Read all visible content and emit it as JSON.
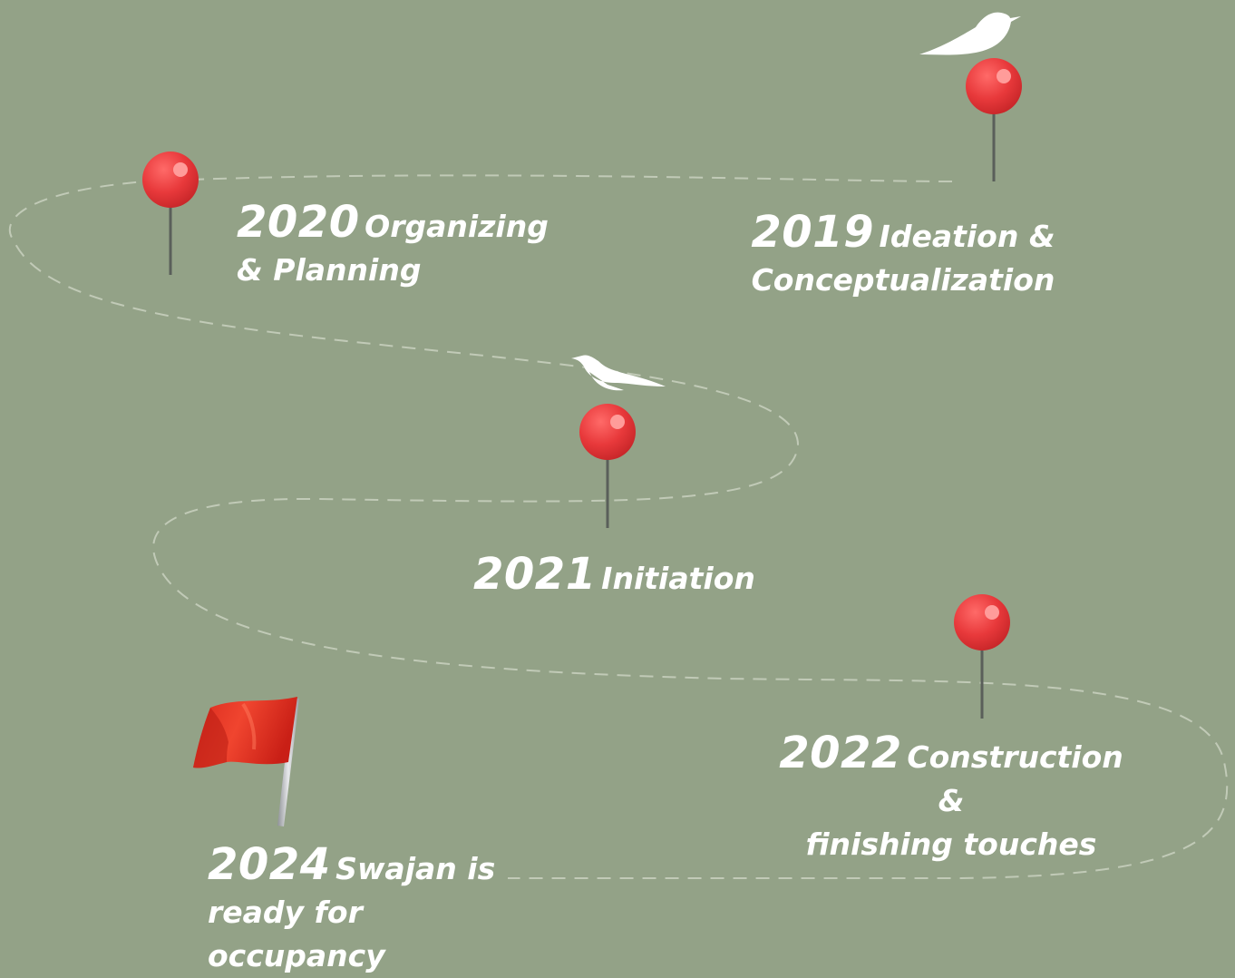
{
  "milestones": [
    {
      "id": "2019",
      "year": "2019",
      "desc_line1": "Ideation  &",
      "desc_line2": "Conceptualization"
    },
    {
      "id": "2020",
      "year": "2020",
      "desc_line1": "Organizing",
      "desc_line2": "& Planning"
    },
    {
      "id": "2021",
      "year": "2021",
      "desc_line1": "Initiation",
      "desc_line2": ""
    },
    {
      "id": "2022",
      "year": "2022",
      "desc_line1": "Construction &",
      "desc_line2": "finishing touches"
    },
    {
      "id": "2024",
      "year": "2024",
      "desc_line1": "Swajan is",
      "desc_line2": "ready for",
      "desc_line3": "occupancy"
    }
  ],
  "icons": {
    "pin": "map-pin-icon",
    "bird": "bird-icon",
    "flag": "red-flag-icon"
  },
  "colors": {
    "background": "#93a287",
    "pin": "#e8393b",
    "path": "#c9d1c0",
    "text": "#ffffff"
  }
}
